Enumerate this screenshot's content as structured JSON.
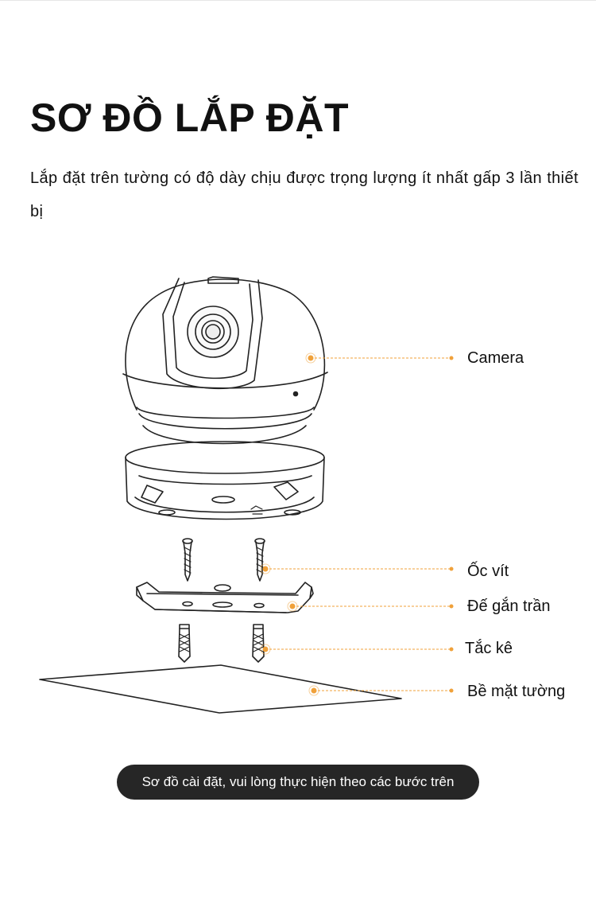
{
  "title": "SƠ ĐỒ LẮP ĐẶT",
  "description": "Lắp đặt trên tường có độ dày chịu được trọng lượng ít nhất gấp 3 lần thiết bị",
  "callouts": [
    {
      "id": "camera",
      "label": "Camera"
    },
    {
      "id": "screw",
      "label": "Ốc vít"
    },
    {
      "id": "ceiling-mount",
      "label": "Đế gắn trần"
    },
    {
      "id": "wall-anchor",
      "label": "Tắc kê"
    },
    {
      "id": "wall-surface",
      "label": "Bề mặt tường"
    }
  ],
  "caption": "Sơ đồ cài đặt, vui lòng thực hiện theo các bước trên",
  "colors": {
    "accent": "#f0a13a",
    "line_art": "#222222",
    "caption_bg": "#262626"
  }
}
